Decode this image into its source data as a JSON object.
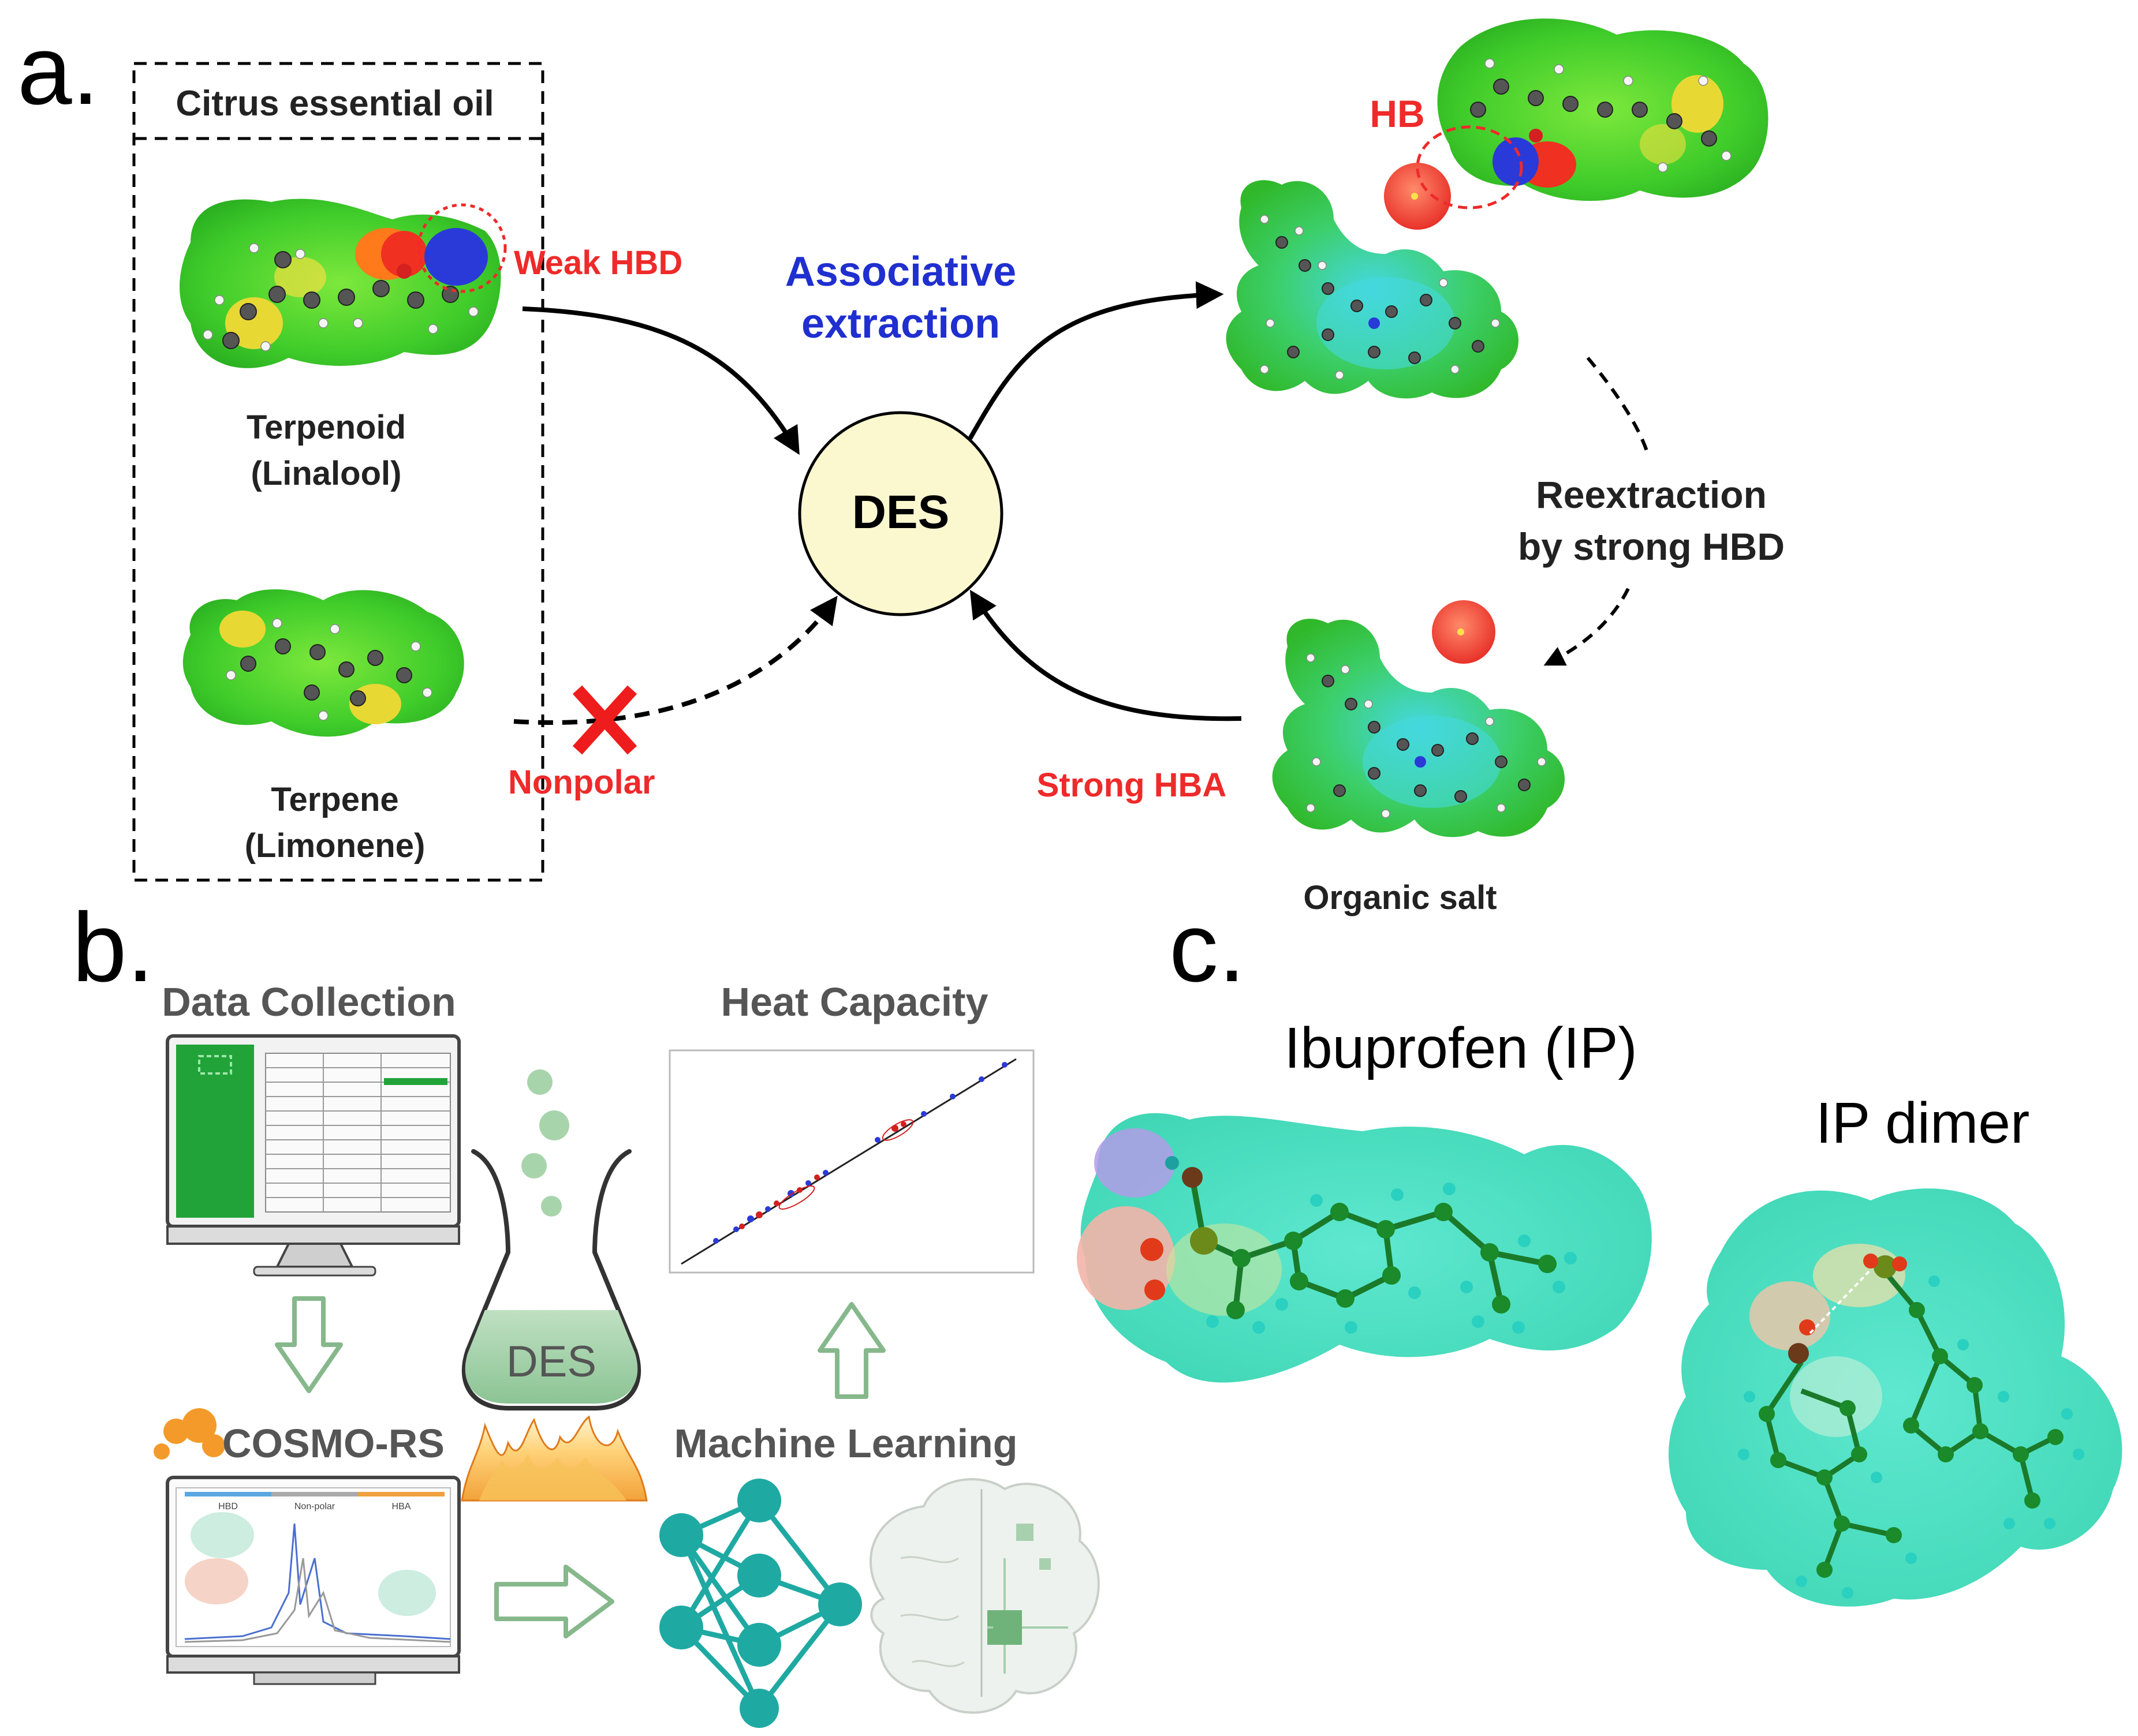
{
  "panel_a": {
    "label": "a.",
    "box_title": "Citrus essential oil",
    "terpenoid": {
      "name": "Terpenoid",
      "sub": "(Linalool)"
    },
    "terpene": {
      "name": "Terpene",
      "sub": "(Limonene)"
    },
    "weak_hbd": "Weak HBD",
    "nonpolar": "Nonpolar",
    "assoc_line1": "Associative",
    "assoc_line2": "extraction",
    "des": "DES",
    "hb": "HB",
    "reextract_line1": "Reextraction",
    "reextract_line2": "by strong HBD",
    "strong_hba": "Strong HBA",
    "organic_salt": "Organic salt",
    "colors": {
      "red_label": "#ee2a2a",
      "blue_label": "#1f2fd0",
      "des_fill": "#fbf7cf"
    }
  },
  "panel_b": {
    "label": "b.",
    "data_collection": "Data Collection",
    "heat_capacity": "Heat Capacity",
    "des_flask": "DES",
    "cosmo": "COSMO-RS",
    "ml": "Machine Learning",
    "cosmo_plot_labels": [
      "HBD",
      "Non-polar",
      "HBA"
    ],
    "colors": {
      "green": "#29a84a",
      "teal": "#1fa9a3"
    }
  },
  "panel_c": {
    "label": "c.",
    "ibuprofen": "Ibuprofen (IP)",
    "dimer": "IP dimer",
    "colors": {
      "surface": "#3be0c0"
    }
  }
}
